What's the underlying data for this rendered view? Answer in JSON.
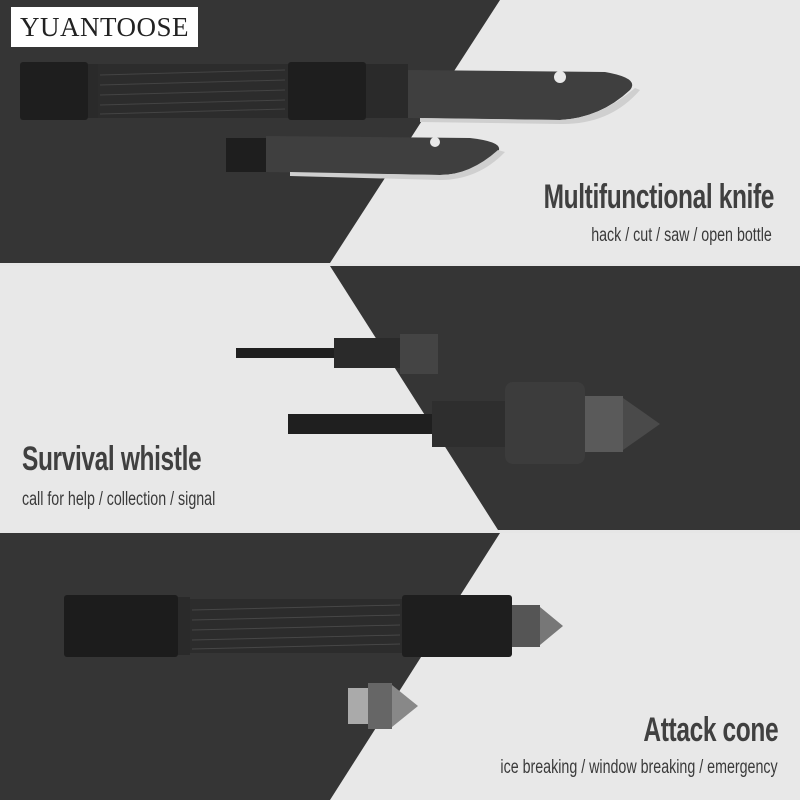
{
  "brand": {
    "logo_text": "YUANTOOSE"
  },
  "sections": [
    {
      "title": "Multifunctional knife",
      "subtitle": "hack / cut / saw / open bottle"
    },
    {
      "title": "Survival whistle",
      "subtitle": "call for help / collection / signal"
    },
    {
      "title": "Attack cone",
      "subtitle": "ice breaking / window breaking / emergency"
    }
  ],
  "colors": {
    "dark_bg": "#353535",
    "light_bg": "#e8e8e8",
    "text": "#404040"
  }
}
